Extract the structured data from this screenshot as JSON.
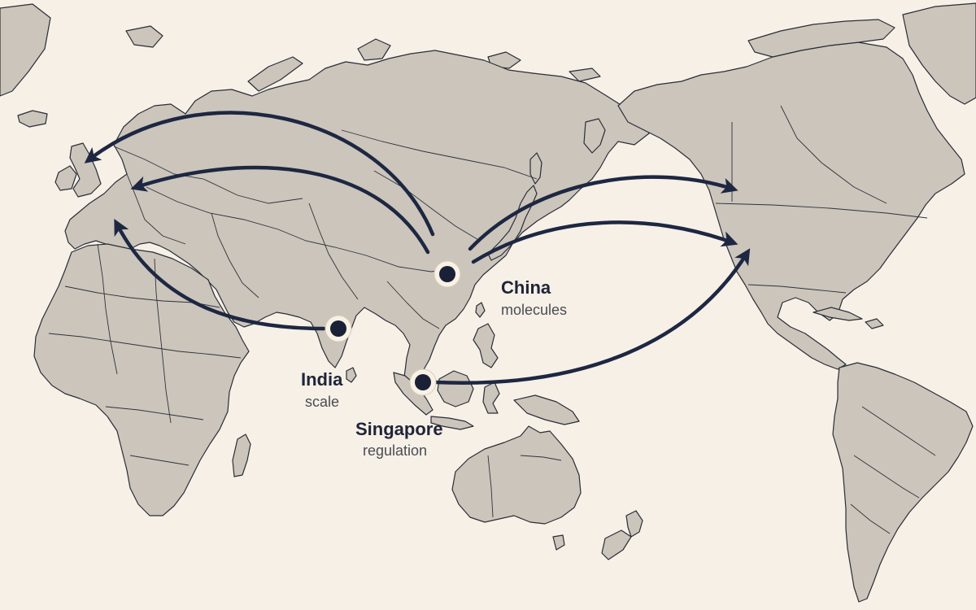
{
  "colors": {
    "ocean": "#f6f0e6",
    "land": "#cbc5bb",
    "border": "#2a2d38",
    "arrow": "#1e2742",
    "hub": "#1a2035"
  },
  "hubs": [
    {
      "id": "china",
      "name": "China",
      "descriptor": "molecules"
    },
    {
      "id": "india",
      "name": "India",
      "descriptor": "scale"
    },
    {
      "id": "singapore",
      "name": "Singapore",
      "descriptor": "regulation"
    }
  ],
  "flows": [
    {
      "from": "China",
      "to": "United Kingdom"
    },
    {
      "from": "China",
      "to": "Central Europe"
    },
    {
      "from": "China",
      "to": "North America (west coast)"
    },
    {
      "from": "China",
      "to": "United States"
    },
    {
      "from": "India",
      "to": "Mediterranean Europe"
    },
    {
      "from": "Singapore",
      "to": "United States"
    }
  ]
}
